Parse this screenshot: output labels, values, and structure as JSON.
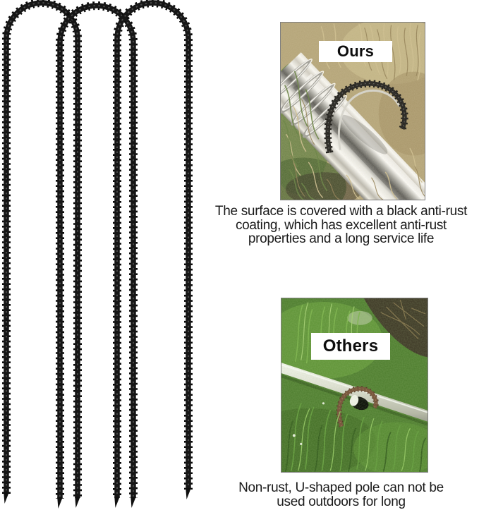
{
  "stakes": {
    "count": 3,
    "color": "#151515",
    "shape": "u-shaped-rebar-ground-anchor"
  },
  "comparison": {
    "ours": {
      "label": "Ours",
      "caption_lines": [
        "The surface is covered with a black anti-rust",
        "coating, which has excellent anti-rust",
        "properties and a long service life"
      ]
    },
    "others": {
      "label": "Others",
      "caption_lines": [
        "Non-rust, U-shaped pole can not be",
        "used outdoors for long"
      ]
    }
  },
  "colors": {
    "background": "#ffffff",
    "caption_text": "#1a1a1a",
    "label_background": "#ffffff",
    "label_text": "#0d0d0d",
    "photo_border": "#7f7f7f",
    "ours_dry_grass": "#b3a377",
    "ours_green_grass": "#5f7c3e",
    "chrome_pipe_light": "#fbfbf9",
    "chrome_pipe_dark": "#595957",
    "others_grass": "#4c7c2d",
    "others_pipe": "#f6f6f1",
    "rust_stake": "#714934"
  }
}
